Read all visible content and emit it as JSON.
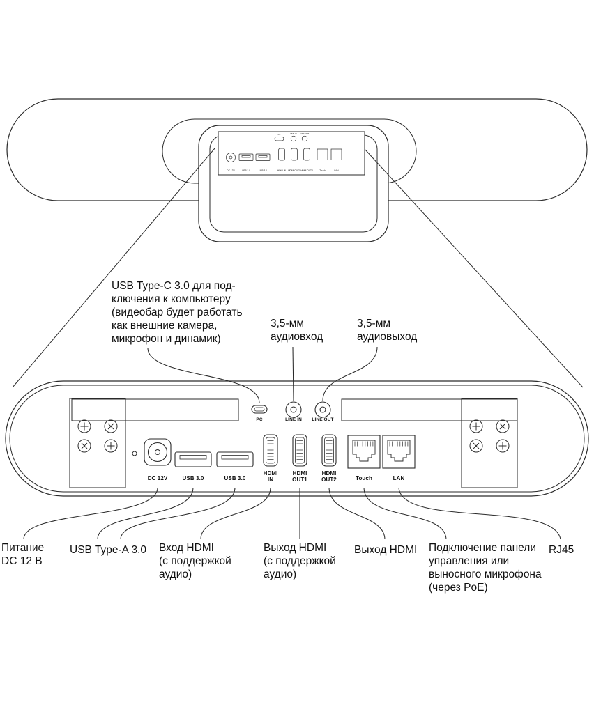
{
  "callouts_top": {
    "usb_c": "USB Type-C 3.0 для под-\nключения к компьютеру\n(видеобар будет работать\nкак внешние камера,\nмикрофон и динамик)",
    "audio_in": "3,5-мм\nаудиовход",
    "audio_out": "3,5-мм\nаудиовыход"
  },
  "ports": {
    "pc": "PC",
    "line_in": "LINE IN",
    "line_out": "LINE OUT",
    "dc": "DC 12V",
    "usb_a_1": "USB 3.0",
    "usb_a_2": "USB 3.0",
    "hdmi_in": "HDMI\nIN",
    "hdmi_out1": "HDMI\nOUT1",
    "hdmi_out2": "HDMI\nOUT2",
    "touch": "Touch",
    "lan": "LAN"
  },
  "callouts_bottom": {
    "power": "Питание\nDC 12 В",
    "usb_a": "USB Type-A 3.0",
    "hdmi_in": "Вход HDMI\n(с поддержкой\nаудио)",
    "hdmi_out1": "Выход HDMI\n(с поддержкой\nаудио)",
    "hdmi_out2": "Выход HDMI",
    "touch": "Подключение панели\nуправления или\nвыносного микрофона\n(через PoE)",
    "rj45": "RJ45"
  },
  "colors": {
    "line": "#2a2a2a",
    "text": "#111111",
    "background": "#ffffff"
  }
}
